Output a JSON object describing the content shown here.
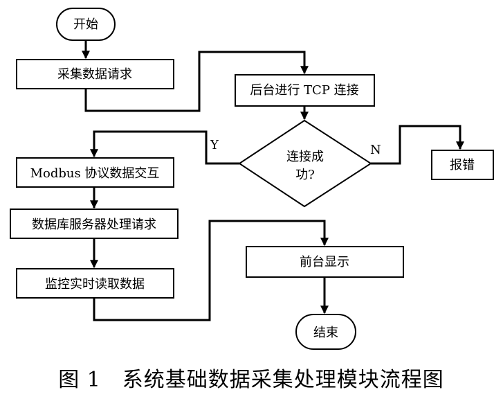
{
  "nodes": {
    "start": "开始",
    "request": "采集数据请求",
    "tcp": "后台进行 TCP 连接",
    "decision_line1": "连接成",
    "decision_line2": "功?",
    "error": "报错",
    "modbus": "Modbus 协议数据交互",
    "db": "数据库服务器处理请求",
    "monitor": "监控实时读取数据",
    "display": "前台显示",
    "end": "结束"
  },
  "edges": {
    "yes": "Y",
    "no": "N"
  },
  "caption": "图 1　系统基础数据采集处理模块流程图"
}
